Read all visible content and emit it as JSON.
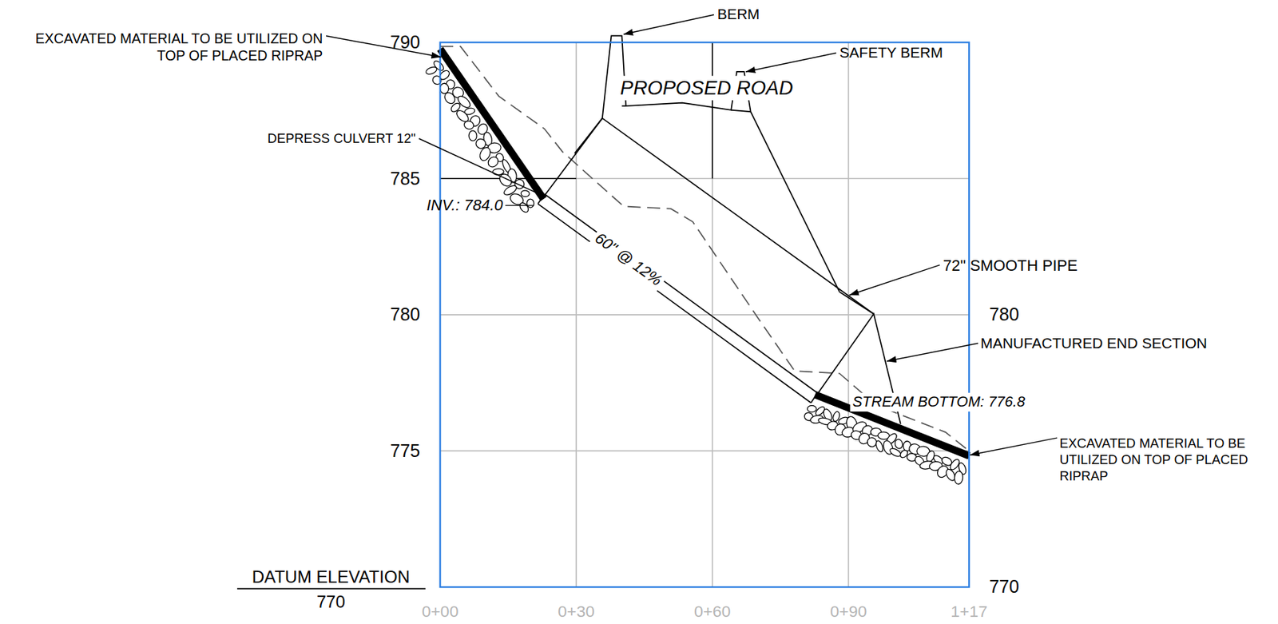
{
  "diagram": {
    "labels": [
      "BERM",
      "EXCAVATED MATERIAL TO BE UTILIZED ON TOP OF PLACED RIPRAP",
      "SAFETY BERM",
      "PROPOSED ROAD",
      "DEPRESS CULVERT 12\"",
      "INV.: 784.0",
      "60\" @ 12%",
      "72\" SMOOTH PIPE",
      "MANUFACTURED END SECTION",
      "STREAM BOTTOM: 776.8",
      "EXCAVATED MATERIAL TO BE UTILIZED ON TOP OF PLACED RIPRAP",
      "790",
      "785",
      "780",
      "775",
      "780",
      "770",
      "DATUM ELEVATION",
      "770",
      "0+00",
      "0+30",
      "0+60",
      "0+90",
      "1+17"
    ]
  }
}
